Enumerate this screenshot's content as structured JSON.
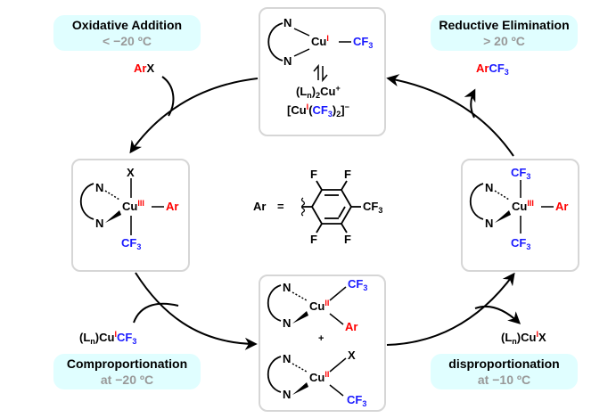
{
  "title": "Copper-catalyzed trifluoromethylation catalytic cycle",
  "colors": {
    "aryl": "#ff0000",
    "cf3": "#1a1aff",
    "oxidation_state": "#ff0000",
    "condition_bg": "#e0feff",
    "condition_temp": "#999999",
    "box_border": "#d6d6d6"
  },
  "conditions": {
    "oxidative_addition": {
      "title": "Oxidative Addition",
      "temp": "< −20 ºC"
    },
    "reductive_elimination": {
      "title": "Reductive Elimination",
      "temp": "> 20 ºC"
    },
    "comproportionation": {
      "title": "Comproportionation",
      "temp": "at −20 ºC"
    },
    "disproportionation": {
      "title": "disproportionation",
      "temp": "at −10 ºC"
    }
  },
  "reagents": {
    "arx": {
      "ar": "Ar",
      "x": "X"
    },
    "arcf3": {
      "ar": "Ar",
      "cf3": "CF",
      "sub": "3"
    },
    "ln_cu_cf3": {
      "prefix": "(L",
      "n": "n",
      "mid": ")Cu",
      "ox": "I",
      "cf3": "CF",
      "sub": "3"
    },
    "ln_cu_x": {
      "prefix": "(L",
      "n": "n",
      "mid": ")Cu",
      "ox": "I",
      "x": "X"
    }
  },
  "species": {
    "cu1_complex": {
      "n_top": "N",
      "n_bottom": "N",
      "cu": "Cu",
      "ox": "I",
      "cf3": "CF",
      "sub": "3",
      "equilibrium_line1": {
        "a": "(L",
        "n": "n",
        "b": ")",
        "two": "2",
        "c": "Cu",
        "plus": "+"
      },
      "equilibrium_line2": {
        "a": "[Cu",
        "ox": "I",
        "b": "(",
        "cf3": "CF",
        "sub": "3",
        "c": ")",
        "two": "2",
        "d": "]",
        "minus": "−"
      }
    },
    "cu3_ar_x": {
      "n_top": "N",
      "n_bottom": "N",
      "cu": "Cu",
      "ox": "III",
      "top": "X",
      "right": "Ar",
      "bottom": "CF",
      "sub": "3"
    },
    "cu3_ar_cf3": {
      "n_top": "N",
      "n_bottom": "N",
      "cu": "Cu",
      "ox": "III",
      "top": "CF",
      "right": "Ar",
      "bottom": "CF",
      "sub": "3"
    },
    "cu2_pair": {
      "upper": {
        "n_top": "N",
        "n_bottom": "N",
        "cu": "Cu",
        "ox": "II",
        "a": "CF",
        "sub": "3",
        "b": "Ar"
      },
      "plus": "+",
      "lower": {
        "n_top": "N",
        "n_bottom": "N",
        "cu": "Cu",
        "ox": "II",
        "a": "X",
        "b": "CF",
        "sub": "3"
      }
    }
  },
  "aryl_definition": {
    "label": "Ar",
    "equals": "=",
    "substituent": "F",
    "para": "CF",
    "sub": "3"
  }
}
